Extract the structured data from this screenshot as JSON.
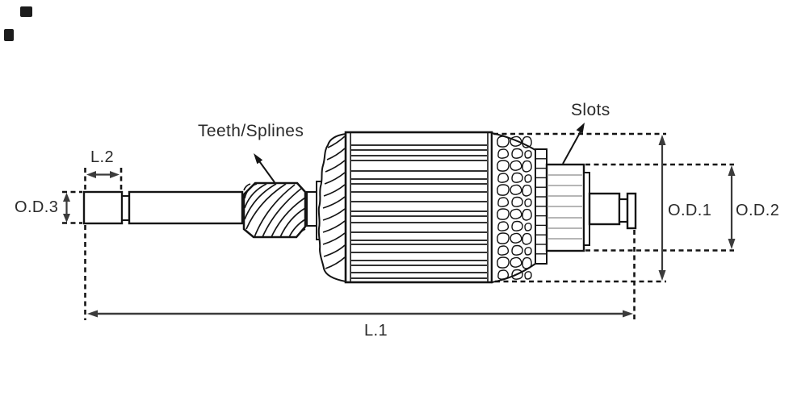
{
  "diagram": {
    "labels": {
      "teeth_splines": "Teeth/Splines",
      "slots": "Slots",
      "l2": "L.2",
      "od3": "O.D.3",
      "l1": "L.1",
      "od1": "O.D.1",
      "od2": "O.D.2"
    },
    "colors": {
      "background": "#ffffff",
      "line": "#141414",
      "dimension_line": "#3b3b3b",
      "commutator_segment_lines": "#9e9e9e",
      "label_text": "#2a2a2a"
    }
  }
}
